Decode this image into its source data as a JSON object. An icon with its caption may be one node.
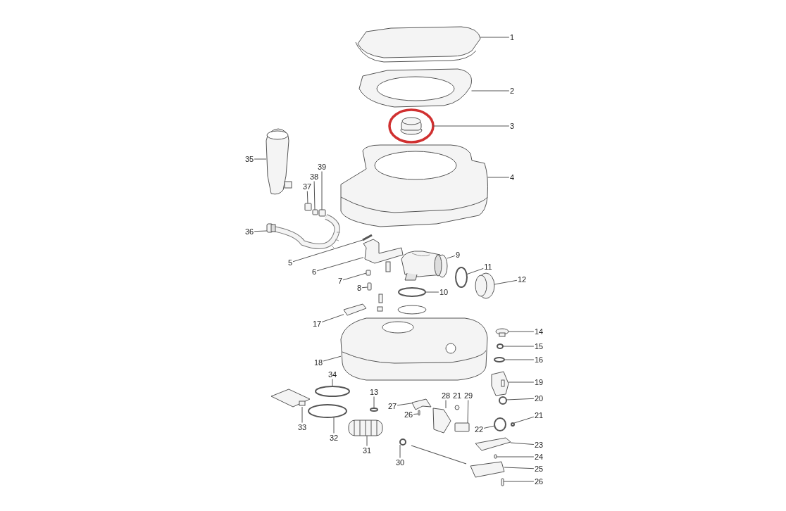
{
  "diagram": {
    "nodes": [
      {
        "text": [
          "1"
        ]
      },
      {
        "text": [
          "2"
        ]
      },
      {
        "text": [
          "3"
        ]
      },
      {
        "text": [
          "35"
        ]
      },
      {
        "text": [
          "39"
        ]
      },
      {
        "text": [
          "38"
        ]
      },
      {
        "text": [
          "4"
        ]
      },
      {
        "text": [
          "37"
        ]
      },
      {
        "text": [
          "36"
        ]
      },
      {
        "text": [
          "5"
        ]
      },
      {
        "text": [
          "9"
        ]
      },
      {
        "text": [
          "11"
        ]
      },
      {
        "text": [
          "6"
        ]
      },
      {
        "text": [
          "12"
        ]
      },
      {
        "text": [
          "7"
        ]
      },
      {
        "text": [
          "8"
        ]
      },
      {
        "text": [
          "10"
        ]
      },
      {
        "text": [
          "17"
        ]
      },
      {
        "text": [
          "14"
        ]
      },
      {
        "text": [
          "15"
        ]
      },
      {
        "text": [
          "16"
        ]
      },
      {
        "text": [
          "18"
        ]
      },
      {
        "text": [
          "19"
        ]
      },
      {
        "text": [
          "34"
        ]
      },
      {
        "text": [
          "13"
        ]
      },
      {
        "text": [
          "28"
        ]
      },
      {
        "text": [
          "29"
        ]
      },
      {
        "text": [
          "27"
        ]
      },
      {
        "text": [
          "20"
        ]
      },
      {
        "text": [
          "26"
        ]
      },
      {
        "text": [
          "21"
        ]
      },
      {
        "text": [
          "33"
        ]
      },
      {
        "text": [
          "22"
        ]
      },
      {
        "text": [
          "32"
        ]
      },
      {
        "text": [
          "23"
        ]
      },
      {
        "text": [
          "31"
        ]
      },
      {
        "text": [
          "24"
        ]
      },
      {
        "text": [
          "30"
        ]
      },
      {
        "text": [
          "25"
        ]
      },
      {
        "text": [
          "26"
        ]
      },
      {
        "text": [],
        "shape": "picture"
      },
      {
        "text": [],
        "shape": "picture"
      },
      {
        "text": [],
        "shape": "picture"
      },
      {
        "text": [],
        "shape": "picture"
      },
      {
        "text": [],
        "shape": "box"
      },
      {
        "text": [],
        "shape": "box"
      },
      {
        "text": [],
        "shape": "picture"
      },
      {
        "text": [],
        "shape": "box"
      },
      {
        "text": [],
        "shape": "picture"
      },
      {
        "text": [],
        "shape": "bar"
      },
      {
        "text": [],
        "shape": "picture"
      },
      {
        "text": [],
        "shape": "circle"
      },
      {
        "text": [],
        "shape": "picture"
      },
      {
        "text": [],
        "shape": "picture"
      },
      {
        "text": [],
        "shape": "box"
      },
      {
        "text": [],
        "shape": "box"
      },
      {
        "text": [],
        "shape": "circle"
      },
      {
        "text": [],
        "shape": "picture"
      },
      {
        "text": [],
        "shape": "picture"
      },
      {
        "text": [],
        "shape": "circle"
      },
      {
        "text": [],
        "shape": "circle"
      },
      {
        "text": [],
        "shape": "picture"
      },
      {
        "text": [],
        "shape": "picture"
      },
      {
        "text": [],
        "shape": "circle"
      },
      {
        "text": [],
        "shape": "circle"
      },
      {
        "text": [],
        "shape": "picture"
      },
      {
        "text": [],
        "shape": "box"
      },
      {
        "text": [],
        "shape": "picture"
      },
      {
        "text": [],
        "shape": "circle"
      },
      {
        "text": [],
        "shape": "box"
      },
      {
        "text": [],
        "shape": "circle"
      },
      {
        "text": [],
        "shape": "picture"
      },
      {
        "text": [],
        "shape": "circle"
      },
      {
        "text": [],
        "shape": "circle"
      },
      {
        "text": [],
        "shape": "picture"
      },
      {
        "text": [],
        "shape": "picture"
      },
      {
        "text": [],
        "shape": "box"
      },
      {
        "text": [],
        "shape": "circle"
      },
      {
        "text": [],
        "shape": "picture"
      },
      {
        "text": [],
        "shape": "box"
      }
    ],
    "edges": [
      {
        "from": 0,
        "to": 40,
        "arrow": "none"
      },
      {
        "from": 1,
        "to": 41,
        "arrow": "none"
      },
      {
        "from": 2,
        "to": 42,
        "arrow": "none"
      },
      {
        "from": 3,
        "to": 43,
        "arrow": "none"
      },
      {
        "from": 4,
        "to": 44,
        "arrow": "none"
      },
      {
        "from": 5,
        "to": 45,
        "arrow": "none"
      },
      {
        "from": 6,
        "to": 46,
        "arrow": "none"
      },
      {
        "from": 7,
        "to": 47,
        "arrow": "none"
      },
      {
        "from": 8,
        "to": 48,
        "arrow": "none"
      },
      {
        "from": 9,
        "to": 49,
        "arrow": "none"
      },
      {
        "from": 10,
        "to": 50,
        "arrow": "none"
      },
      {
        "from": 11,
        "to": 51,
        "arrow": "none"
      },
      {
        "from": 12,
        "to": 52,
        "arrow": "none"
      },
      {
        "from": 13,
        "to": 53,
        "arrow": "none"
      },
      {
        "from": 14,
        "to": 54,
        "arrow": "none"
      },
      {
        "from": 15,
        "to": 55,
        "arrow": "none"
      },
      {
        "from": 16,
        "to": 56,
        "arrow": "none"
      },
      {
        "from": 17,
        "to": 57,
        "arrow": "none"
      },
      {
        "from": 18,
        "to": 58,
        "arrow": "none"
      },
      {
        "from": 19,
        "to": 59,
        "arrow": "none"
      },
      {
        "from": 20,
        "to": 60,
        "arrow": "none"
      },
      {
        "from": 21,
        "to": 61,
        "arrow": "none"
      },
      {
        "from": 22,
        "to": 62,
        "arrow": "none"
      },
      {
        "from": 23,
        "to": 63,
        "arrow": "none"
      },
      {
        "from": 24,
        "to": 64,
        "arrow": "none"
      },
      {
        "from": 25,
        "to": 65,
        "arrow": "none"
      },
      {
        "from": 26,
        "to": 66,
        "arrow": "none"
      },
      {
        "from": 27,
        "to": 67,
        "arrow": "none"
      },
      {
        "from": 28,
        "to": 68,
        "arrow": "none"
      },
      {
        "from": 29,
        "to": 69,
        "arrow": "none"
      },
      {
        "from": 30,
        "to": 70,
        "arrow": "none"
      },
      {
        "from": 31,
        "to": 71,
        "arrow": "none"
      },
      {
        "from": 32,
        "to": 72,
        "arrow": "none"
      },
      {
        "from": 33,
        "to": 73,
        "arrow": "none"
      },
      {
        "from": 34,
        "to": 74,
        "arrow": "none"
      },
      {
        "from": 35,
        "to": 75,
        "arrow": "none"
      },
      {
        "from": 36,
        "to": 76,
        "arrow": "none"
      },
      {
        "from": 37,
        "to": 77,
        "arrow": "none"
      },
      {
        "from": 38,
        "to": 78,
        "arrow": "none"
      },
      {
        "from": 39,
        "to": 79,
        "arrow": "none"
      }
    ],
    "labels": [
      "21"
    ]
  }
}
